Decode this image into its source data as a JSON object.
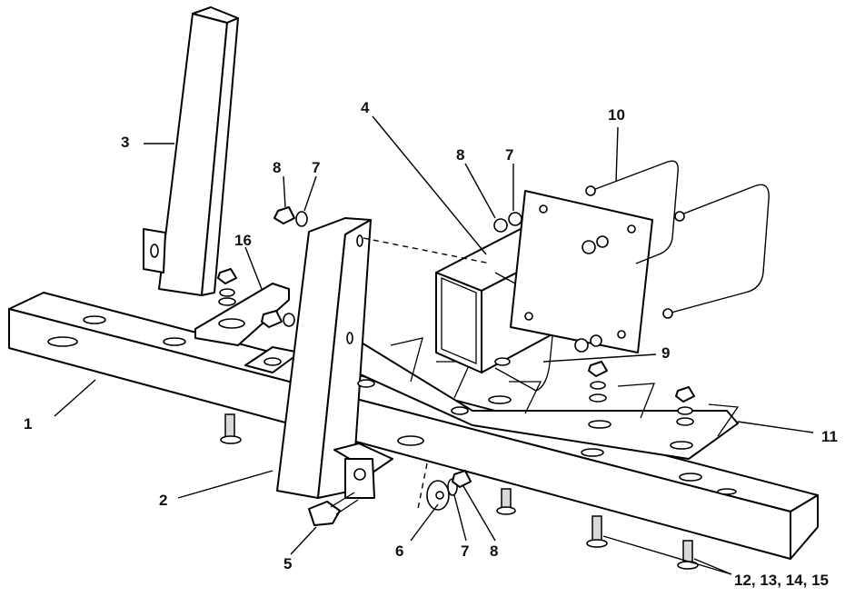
{
  "diagram": {
    "callouts": [
      {
        "id": "c1",
        "text": "1"
      },
      {
        "id": "c2",
        "text": "2"
      },
      {
        "id": "c3",
        "text": "3"
      },
      {
        "id": "c4",
        "text": "4"
      },
      {
        "id": "c5",
        "text": "5"
      },
      {
        "id": "c6",
        "text": "6"
      },
      {
        "id": "c7a",
        "text": "7"
      },
      {
        "id": "c7b",
        "text": "7"
      },
      {
        "id": "c7c",
        "text": "7"
      },
      {
        "id": "c8a",
        "text": "8"
      },
      {
        "id": "c8b",
        "text": "8"
      },
      {
        "id": "c8c",
        "text": "8"
      },
      {
        "id": "c9",
        "text": "9"
      },
      {
        "id": "c10",
        "text": "10"
      },
      {
        "id": "c11",
        "text": "11"
      },
      {
        "id": "c16",
        "text": "16"
      },
      {
        "id": "c12",
        "text": "12, 13, 14, 15"
      }
    ]
  }
}
